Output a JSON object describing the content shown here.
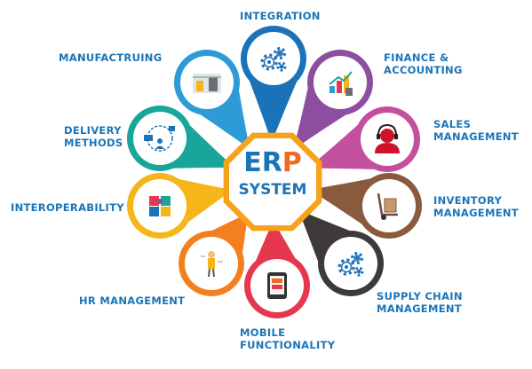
{
  "center": {
    "line1_a": "ER",
    "line1_b": "P",
    "line2": "SYSTEM"
  },
  "colors": {
    "center_ring": "#f7a21b",
    "center_fill": "#ffffff",
    "erp_blue": "#1a75b8",
    "erp_orange": "#f26a21",
    "system_blue": "#1a75b8",
    "label_blue": "#1a75b8"
  },
  "modules": [
    {
      "id": "integration",
      "lines": [
        "INTEGRATION"
      ],
      "color": "#1b72b8",
      "icon": "gears-icon"
    },
    {
      "id": "finance",
      "lines": [
        "FINANCE &",
        "ACCOUNTING"
      ],
      "color": "#8e4ea0",
      "icon": "chart-calculator-icon"
    },
    {
      "id": "sales",
      "lines": [
        "SALES",
        "MANAGEMENT"
      ],
      "color": "#c2509e",
      "icon": "headset-agent-icon"
    },
    {
      "id": "inventory",
      "lines": [
        "INVENTORY",
        "MANAGEMENT"
      ],
      "color": "#8a5a3e",
      "icon": "hand-truck-icon"
    },
    {
      "id": "supply",
      "lines": [
        "SUPPLY CHAIN",
        "MANAGEMENT"
      ],
      "color": "#3e3a39",
      "icon": "supply-gears-icon"
    },
    {
      "id": "mobile",
      "lines": [
        "MOBILE",
        "FUNCTIONALITY"
      ],
      "color": "#e5384f",
      "icon": "tablet-icon"
    },
    {
      "id": "hr",
      "lines": [
        "HR MANAGEMENT"
      ],
      "color": "#f47f20",
      "icon": "hr-figure-icon"
    },
    {
      "id": "interop",
      "lines": [
        "INTEROPERABILITY"
      ],
      "color": "#f6b619",
      "icon": "puzzle-icon"
    },
    {
      "id": "delivery",
      "lines": [
        "DELIVERY",
        "METHODS"
      ],
      "color": "#1aa59a",
      "icon": "delivery-network-icon"
    },
    {
      "id": "manufacturing",
      "lines": [
        "MANUFACTRUING"
      ],
      "color": "#2e9bd6",
      "icon": "factory-icon"
    }
  ]
}
